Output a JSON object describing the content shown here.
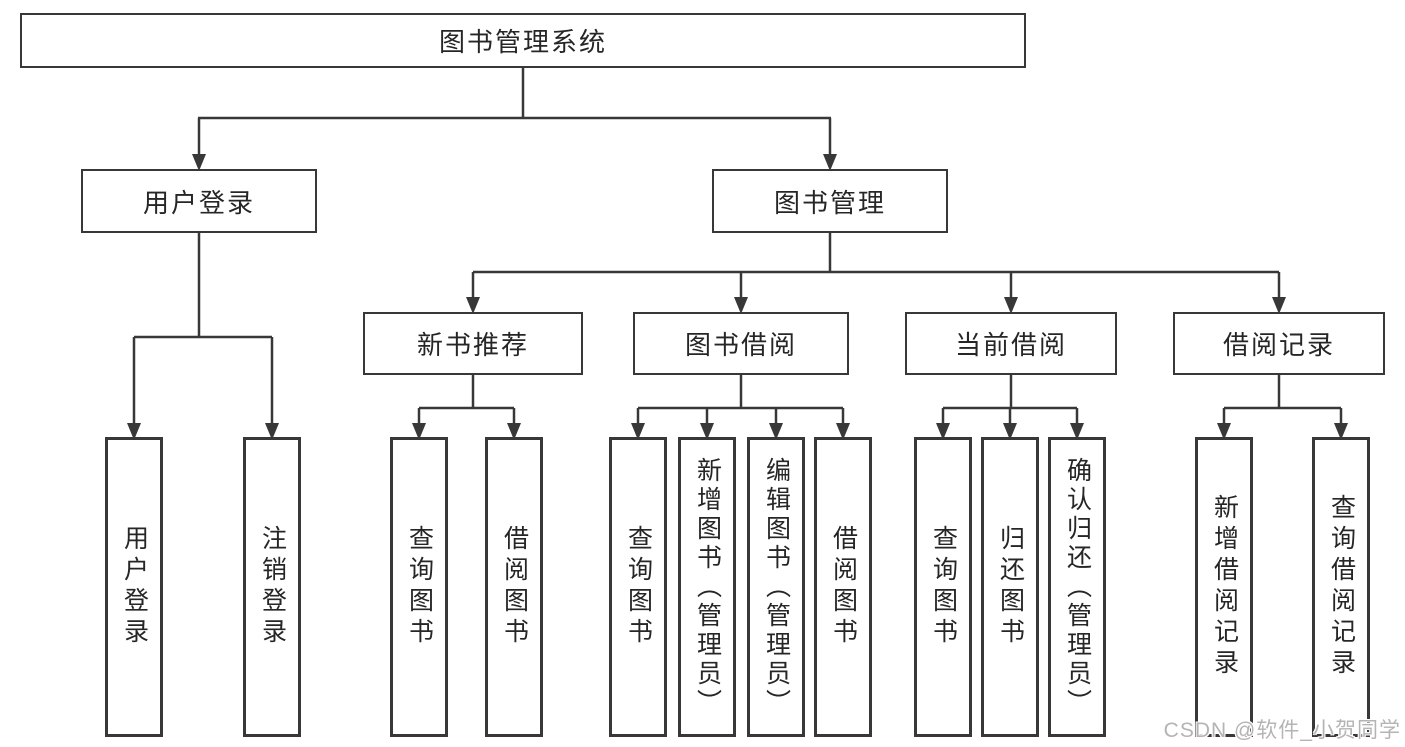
{
  "diagram": {
    "tree": {
      "root": {
        "label": "图书管理系统",
        "children": [
          {
            "label": "用户登录",
            "children": [
              {
                "label": "用户登录"
              },
              {
                "label": "注销登录"
              }
            ]
          },
          {
            "label": "图书管理",
            "children": [
              {
                "label": "新书推荐",
                "children": [
                  {
                    "label": "查询图书"
                  },
                  {
                    "label": "借阅图书"
                  }
                ]
              },
              {
                "label": "图书借阅",
                "children": [
                  {
                    "label": "查询图书"
                  },
                  {
                    "label": "新增图书（管理员）"
                  },
                  {
                    "label": "编辑图书（管理员）"
                  },
                  {
                    "label": "借阅图书"
                  }
                ]
              },
              {
                "label": "当前借阅",
                "children": [
                  {
                    "label": "查询图书"
                  },
                  {
                    "label": "归还图书"
                  },
                  {
                    "label": "确认归还（管理员）"
                  }
                ]
              },
              {
                "label": "借阅记录",
                "children": [
                  {
                    "label": "新增借阅记录"
                  },
                  {
                    "label": "查询借阅记录"
                  }
                ]
              }
            ]
          }
        ]
      }
    },
    "watermark": {
      "text": "CSDN @软件_小贺同学"
    },
    "colors": {
      "line": "#383838",
      "text": "#262626",
      "background": "#ffffff",
      "watermark": "#b4b4b4"
    }
  }
}
